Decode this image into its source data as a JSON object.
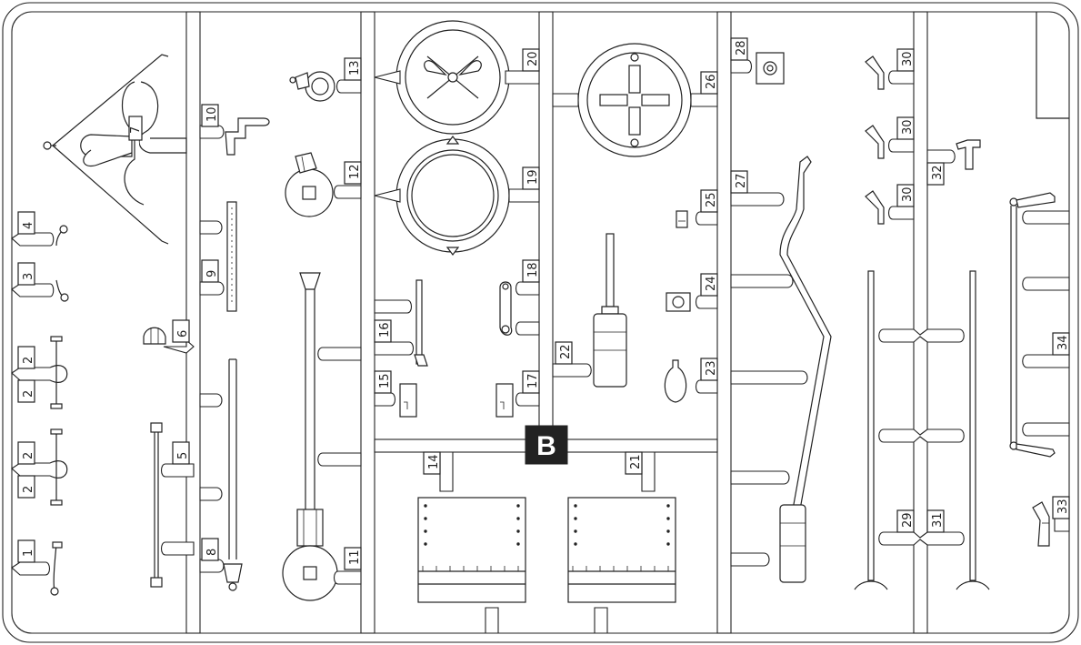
{
  "sprue": {
    "letter": "B",
    "colors": {
      "outline": "#222222",
      "background": "#ffffff",
      "label_fill": "#1a1a1a"
    }
  },
  "parts": [
    {
      "id": "p1",
      "label": "1"
    },
    {
      "id": "p2a",
      "label": "2"
    },
    {
      "id": "p2b",
      "label": "2"
    },
    {
      "id": "p2c",
      "label": "2"
    },
    {
      "id": "p2d",
      "label": "2"
    },
    {
      "id": "p3",
      "label": "3"
    },
    {
      "id": "p4",
      "label": "4"
    },
    {
      "id": "p5",
      "label": "5"
    },
    {
      "id": "p6",
      "label": "6"
    },
    {
      "id": "p7",
      "label": "7"
    },
    {
      "id": "p8",
      "label": "8"
    },
    {
      "id": "p9",
      "label": "9"
    },
    {
      "id": "p10",
      "label": "10"
    },
    {
      "id": "p11",
      "label": "11"
    },
    {
      "id": "p12",
      "label": "12"
    },
    {
      "id": "p13",
      "label": "13"
    },
    {
      "id": "p14",
      "label": "14"
    },
    {
      "id": "p15",
      "label": "15"
    },
    {
      "id": "p16",
      "label": "16"
    },
    {
      "id": "p17",
      "label": "17"
    },
    {
      "id": "p18",
      "label": "18"
    },
    {
      "id": "p19",
      "label": "19"
    },
    {
      "id": "p20",
      "label": "20"
    },
    {
      "id": "p21",
      "label": "21"
    },
    {
      "id": "p22",
      "label": "22"
    },
    {
      "id": "p23",
      "label": "23"
    },
    {
      "id": "p24",
      "label": "24"
    },
    {
      "id": "p25",
      "label": "25"
    },
    {
      "id": "p26",
      "label": "26"
    },
    {
      "id": "p27",
      "label": "27"
    },
    {
      "id": "p28",
      "label": "28"
    },
    {
      "id": "p29",
      "label": "29"
    },
    {
      "id": "p30a",
      "label": "30"
    },
    {
      "id": "p30b",
      "label": "30"
    },
    {
      "id": "p30c",
      "label": "30"
    },
    {
      "id": "p31",
      "label": "31"
    },
    {
      "id": "p32",
      "label": "32"
    },
    {
      "id": "p33",
      "label": "33"
    },
    {
      "id": "p34",
      "label": "34"
    }
  ]
}
